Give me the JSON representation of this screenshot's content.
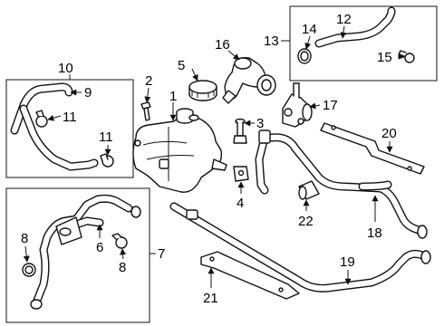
{
  "callouts": {
    "c1": "1",
    "c2": "2",
    "c3": "3",
    "c4": "4",
    "c5": "5",
    "c6": "6",
    "c7": "7",
    "c8a": "8",
    "c8b": "8",
    "c9": "9",
    "c10": "10",
    "c11a": "11",
    "c11b": "11",
    "c12": "12",
    "c13": "13",
    "c14": "14",
    "c15": "15",
    "c16": "16",
    "c17": "17",
    "c18": "18",
    "c19": "19",
    "c20": "20",
    "c21": "21",
    "c22": "22"
  },
  "colors": {
    "ink": "#111111",
    "background": "#ffffff"
  }
}
